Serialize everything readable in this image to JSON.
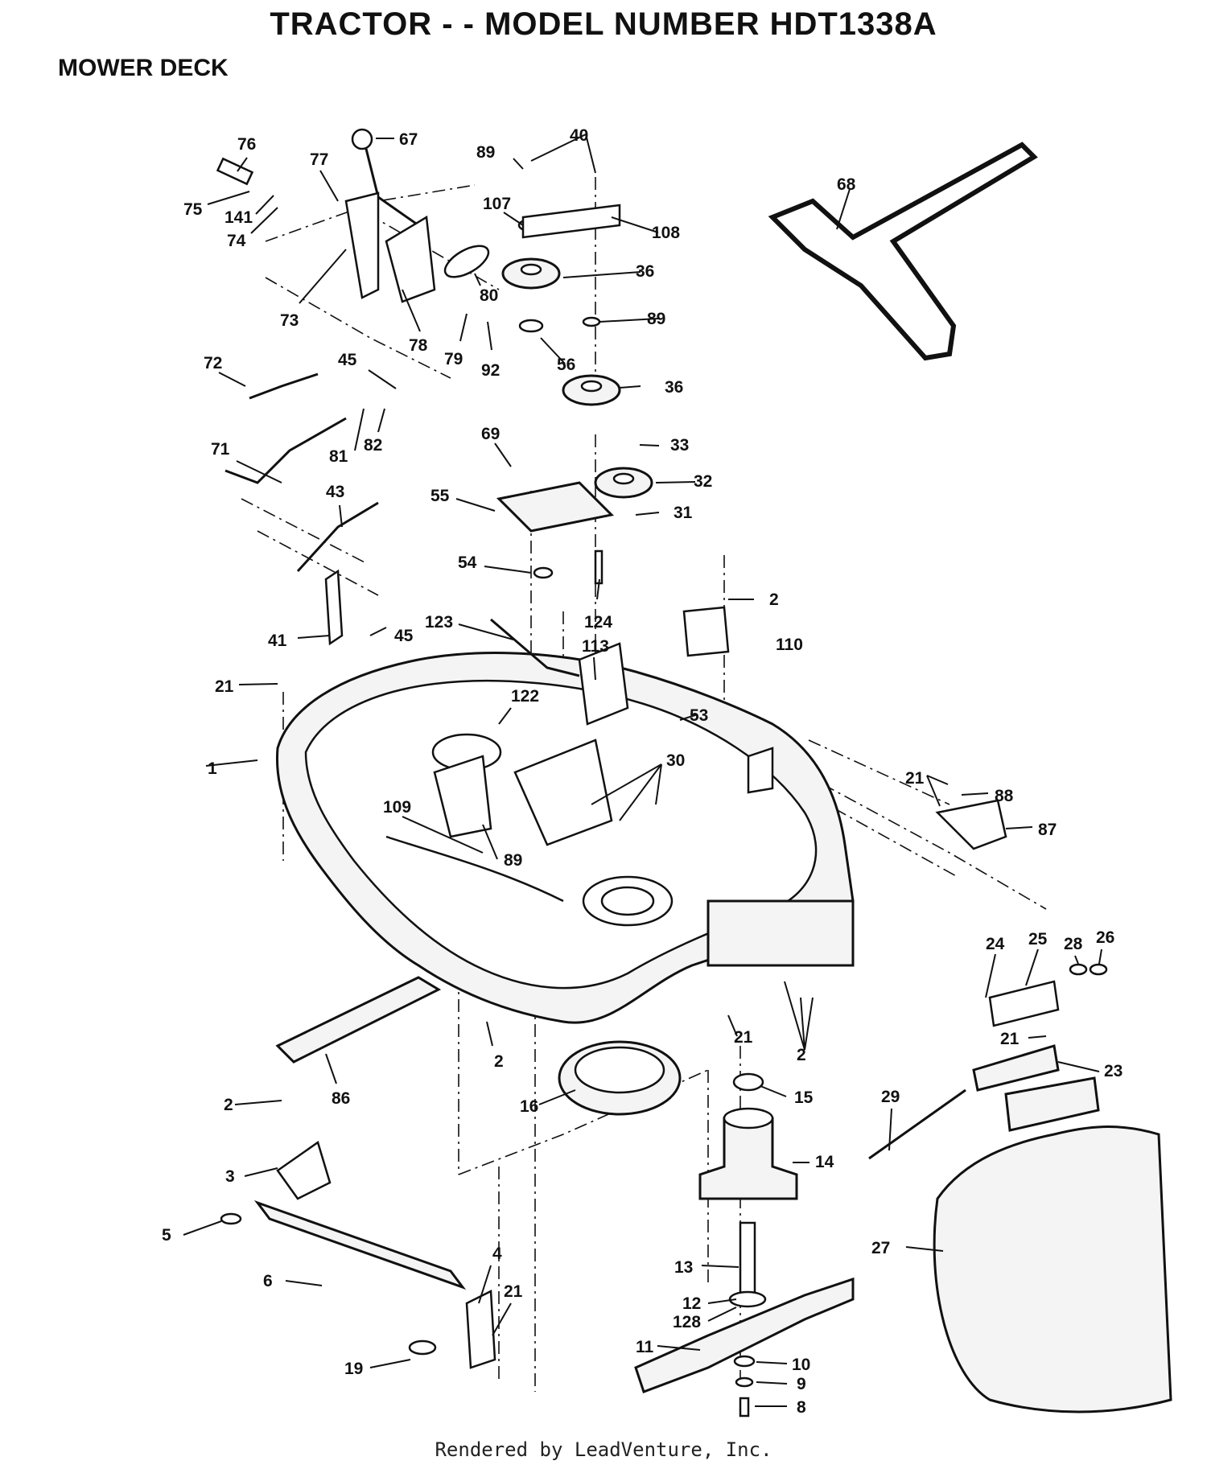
{
  "header": {
    "title": "TRACTOR - - MODEL NUMBER HDT1338A",
    "subtitle": "MOWER DECK"
  },
  "footer": {
    "credit": "Rendered by LeadVenture, Inc."
  },
  "callouts": [
    {
      "label": "76"
    },
    {
      "label": "67"
    },
    {
      "label": "77"
    },
    {
      "label": "75"
    },
    {
      "label": "141"
    },
    {
      "label": "74"
    },
    {
      "label": "73"
    },
    {
      "label": "78"
    },
    {
      "label": "80"
    },
    {
      "label": "79"
    },
    {
      "label": "92"
    },
    {
      "label": "89"
    },
    {
      "label": "40"
    },
    {
      "label": "107"
    },
    {
      "label": "108"
    },
    {
      "label": "36"
    },
    {
      "label": "89"
    },
    {
      "label": "56"
    },
    {
      "label": "36"
    },
    {
      "label": "68"
    },
    {
      "label": "72"
    },
    {
      "label": "45"
    },
    {
      "label": "81"
    },
    {
      "label": "82"
    },
    {
      "label": "71"
    },
    {
      "label": "69"
    },
    {
      "label": "33"
    },
    {
      "label": "32"
    },
    {
      "label": "55"
    },
    {
      "label": "31"
    },
    {
      "label": "43"
    },
    {
      "label": "54"
    },
    {
      "label": "124"
    },
    {
      "label": "2"
    },
    {
      "label": "110"
    },
    {
      "label": "123"
    },
    {
      "label": "113"
    },
    {
      "label": "45"
    },
    {
      "label": "41"
    },
    {
      "label": "21"
    },
    {
      "label": "122"
    },
    {
      "label": "53"
    },
    {
      "label": "1"
    },
    {
      "label": "30"
    },
    {
      "label": "21"
    },
    {
      "label": "88"
    },
    {
      "label": "87"
    },
    {
      "label": "109"
    },
    {
      "label": "89"
    },
    {
      "label": "24"
    },
    {
      "label": "25"
    },
    {
      "label": "28"
    },
    {
      "label": "26"
    },
    {
      "label": "21"
    },
    {
      "label": "2"
    },
    {
      "label": "21"
    },
    {
      "label": "2"
    },
    {
      "label": "23"
    },
    {
      "label": "86"
    },
    {
      "label": "2"
    },
    {
      "label": "16"
    },
    {
      "label": "15"
    },
    {
      "label": "29"
    },
    {
      "label": "14"
    },
    {
      "label": "3"
    },
    {
      "label": "5"
    },
    {
      "label": "6"
    },
    {
      "label": "4"
    },
    {
      "label": "21"
    },
    {
      "label": "13"
    },
    {
      "label": "27"
    },
    {
      "label": "12"
    },
    {
      "label": "128"
    },
    {
      "label": "11"
    },
    {
      "label": "19"
    },
    {
      "label": "10"
    },
    {
      "label": "9"
    },
    {
      "label": "8"
    }
  ]
}
